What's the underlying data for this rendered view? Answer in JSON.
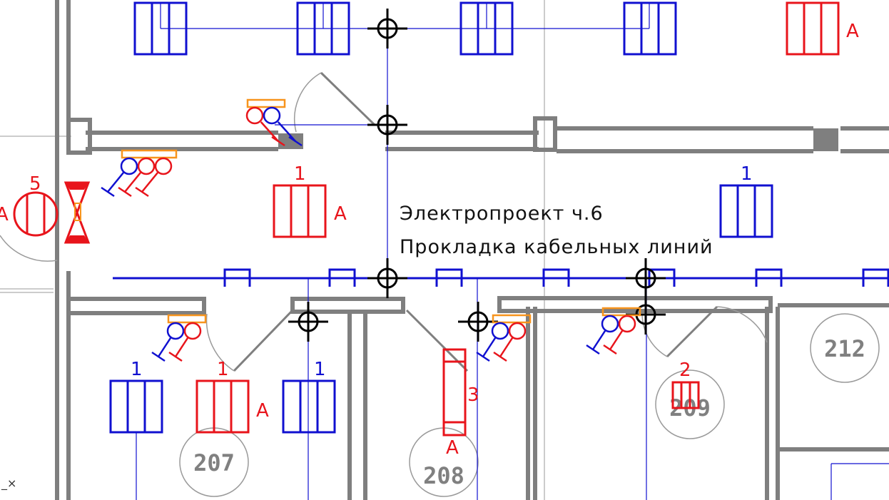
{
  "drawing": {
    "note_line1": "Электропроект ч.6",
    "note_line2": "Прокладка кабельных линий",
    "ucs_icon_text": "_×",
    "colors": {
      "supply": "#e8141b",
      "return": "#1010d0",
      "wall": "#7f7f7f",
      "valve": "#f7941d",
      "riser": "#000000"
    },
    "rooms": [
      "207",
      "208",
      "209",
      "212"
    ],
    "labels": {
      "top_red_A": "A",
      "radiator_1_red": "1",
      "radiator_1_red_A": "A",
      "radiator_1_blue": "1",
      "fan_5": "5",
      "fan_A": "A",
      "low_1_blue_a": "1",
      "low_1_red": "1",
      "low_1_red_A": "A",
      "low_1_blue_b": "1",
      "conv_3": "3",
      "conv_3_A": "A",
      "rad_2": "2"
    }
  }
}
